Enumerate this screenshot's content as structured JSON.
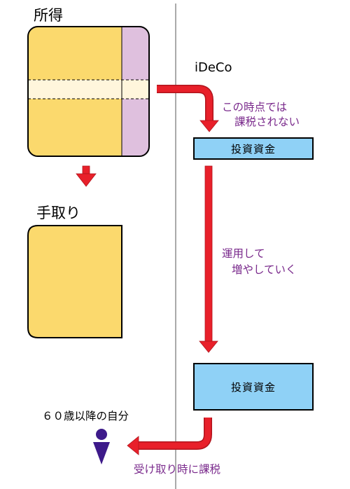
{
  "labels": {
    "income": "所得",
    "take_home": "手取り",
    "ideco": "iDeCo",
    "not_taxed": [
      "この時点では",
      "課税されない"
    ],
    "invest_fund_top": "投資資金",
    "grow": [
      "運用して",
      "増やしていく"
    ],
    "invest_fund_bottom": "投資資金",
    "self_60": "６０歳以降の自分",
    "taxed_on_receipt": "受け取り時に課税"
  },
  "colors": {
    "income_fill": "#fbd96d",
    "income_stripe": "#dfc0de",
    "band": "#fff6dc",
    "fund_fill": "#8fd1f6",
    "arrow_red": "#e8202a",
    "text_purple": "#7a2a8c",
    "person": "#3d1a8a"
  },
  "icons": [
    "person-icon"
  ]
}
